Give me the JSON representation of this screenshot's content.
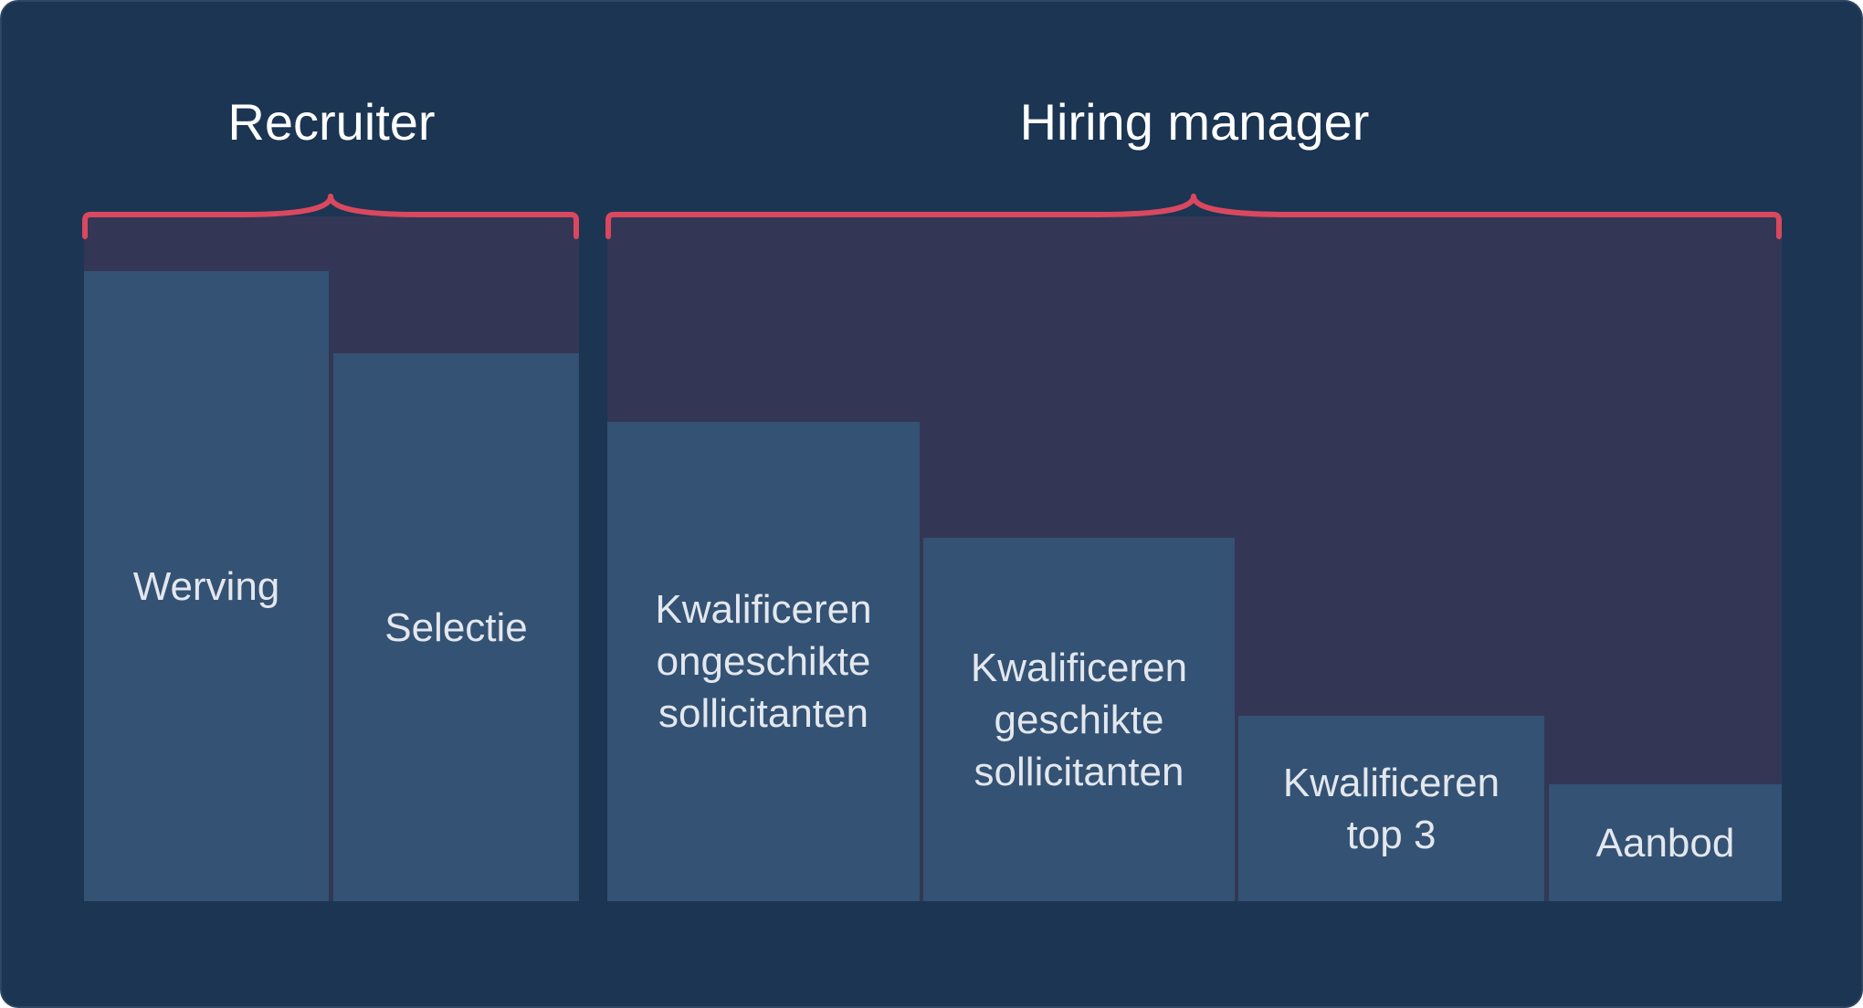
{
  "colors": {
    "card_background": "#1b3553",
    "card_border": "#2f4561",
    "group_background": "#333755",
    "bar": "#345273",
    "brace": "#d9485f",
    "title_text": "#ffffff",
    "bar_text": "#e3e7ee"
  },
  "groups": [
    {
      "title": "Recruiter"
    },
    {
      "title": "Hiring manager"
    }
  ],
  "stages": [
    {
      "label": "Werving",
      "group": "Recruiter",
      "level": 0.92
    },
    {
      "label": "Selectie",
      "group": "Recruiter",
      "level": 0.8
    },
    {
      "label": "Kwalificeren\nongeschikte\nsollicitanten",
      "group": "Hiring manager",
      "level": 0.7
    },
    {
      "label": "Kwalificeren\ngeschikte\nsollicitanten",
      "group": "Hiring manager",
      "level": 0.53
    },
    {
      "label": "Kwalificeren\ntop 3",
      "group": "Hiring manager",
      "level": 0.27
    },
    {
      "label": "Aanbod",
      "group": "Hiring manager",
      "level": 0.17
    }
  ]
}
